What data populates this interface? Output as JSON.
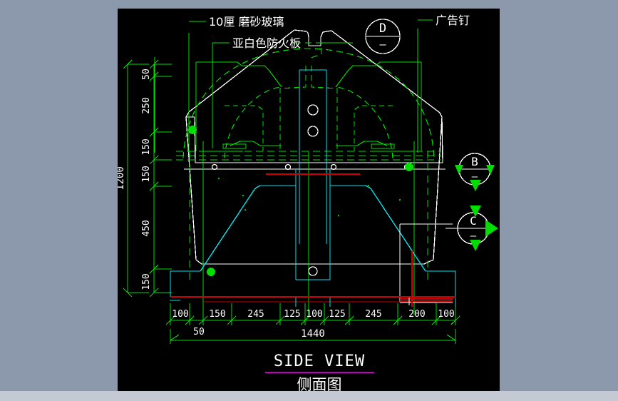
{
  "drawing": {
    "title_en": "SIDE  VIEW",
    "title_cn": "侧面图",
    "title_rule_color": "#c000c0",
    "background": "#000000",
    "page_background": "#8c99ad",
    "page_background_lower": "#c4c9d4"
  },
  "colors": {
    "green": "#00dd00",
    "white": "#ffffff",
    "cyan": "#00e5ee",
    "red": "#cc0000",
    "magenta": "#c000c0"
  },
  "annotations": [
    {
      "id": "glass",
      "label": "10厘 磨砂玻璃"
    },
    {
      "id": "firepanel",
      "label": "亚白色防火板"
    },
    {
      "id": "adnail",
      "label": "广告钉"
    }
  ],
  "detail_bubbles": [
    {
      "id": "D",
      "label": "D",
      "sub": "—"
    },
    {
      "id": "B",
      "label": "B",
      "sub": "—"
    },
    {
      "id": "C",
      "label": "C",
      "sub": "—"
    }
  ],
  "dimensions": {
    "vertical_chain": [
      "50",
      "250",
      "150",
      "150",
      "450",
      "150"
    ],
    "vertical_total": "1200",
    "horizontal_chain": [
      "100",
      "150",
      "245",
      "125",
      "100",
      "125",
      "245",
      "200",
      "100"
    ],
    "horizontal_sub": "50",
    "horizontal_total": "1440"
  }
}
